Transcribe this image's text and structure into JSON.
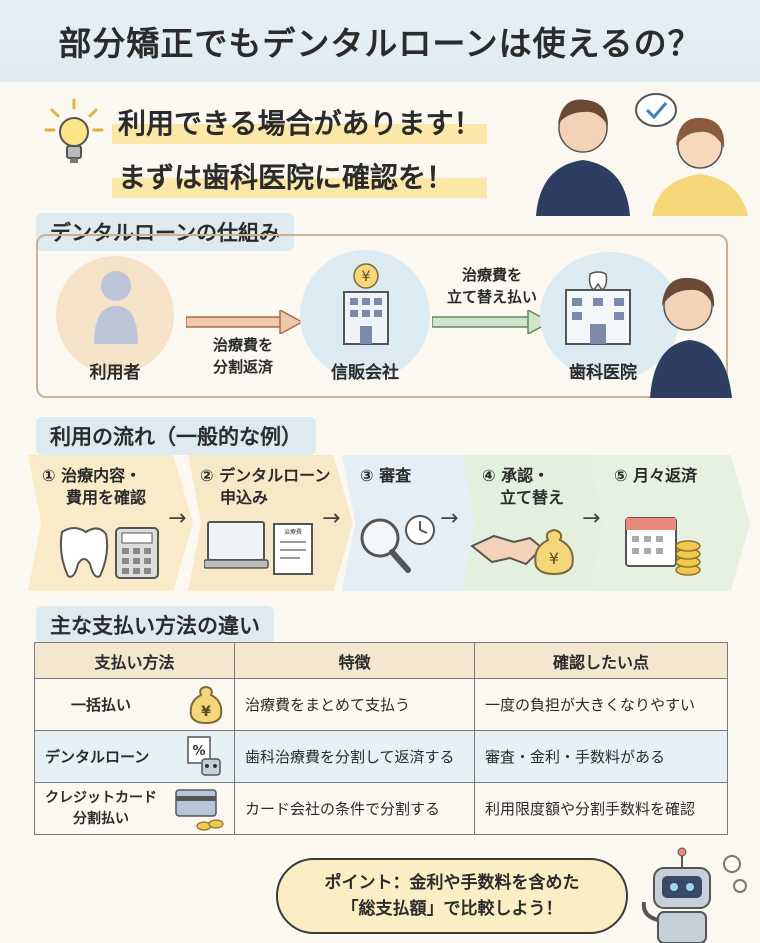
{
  "title": "部分矯正でもデンタルローンは使えるの？",
  "answer": {
    "line1": "利用できる場合があります！",
    "line2": "まずは歯科医院に確認を！"
  },
  "mechanism": {
    "heading": "デンタルローンの仕組み",
    "user_label": "利用者",
    "loan_company_label": "信販会社",
    "clinic_label": "歯科医院",
    "arrow1_line1": "治療費を",
    "arrow1_line2": "分割返済",
    "arrow2_line1": "治療費を",
    "arrow2_line2": "立て替え払い",
    "yen_sign": "¥"
  },
  "flow": {
    "heading": "利用の流れ（一般的な例）",
    "steps": [
      {
        "line1": "① 治療内容・",
        "line2": "費用を確認"
      },
      {
        "line1": "② デンタルローン",
        "line2": "申込み"
      },
      {
        "line1": "③ 審査",
        "line2": ""
      },
      {
        "line1": "④ 承認・",
        "line2": "立て替え"
      },
      {
        "line1": "⑤ 月々返済",
        "line2": ""
      }
    ],
    "form_label": "治療費"
  },
  "payment": {
    "heading": "主な支払い方法の違い",
    "headers": [
      "支払い方法",
      "特徴",
      "確認したい点"
    ],
    "rows": [
      {
        "method": "一括払い",
        "feature": "治療費をまとめて支払う",
        "check": "一度の負担が大きくなりやすい"
      },
      {
        "method": "デンタルローン",
        "feature": "歯科治療費を分割して返済する",
        "check": "審査・金利・手数料がある"
      },
      {
        "method_line1": "クレジットカード",
        "method_line2": "分割払い",
        "feature": "カード会社の条件で分割する",
        "check": "利用限度額や分割手数料を確認"
      }
    ]
  },
  "callout": {
    "line1": "ポイント：金利や手数料を含めた",
    "line2": "「総支払額」で比較しよう！"
  },
  "colors": {
    "accent_blue": "#dfeaf0",
    "highlight_yellow": "#fbe7a8",
    "step1": "#f9ebc8",
    "step2": "#f7e8c8",
    "step3": "#e4eef4",
    "step4": "#e3f0de",
    "step5": "#e6f1df"
  }
}
